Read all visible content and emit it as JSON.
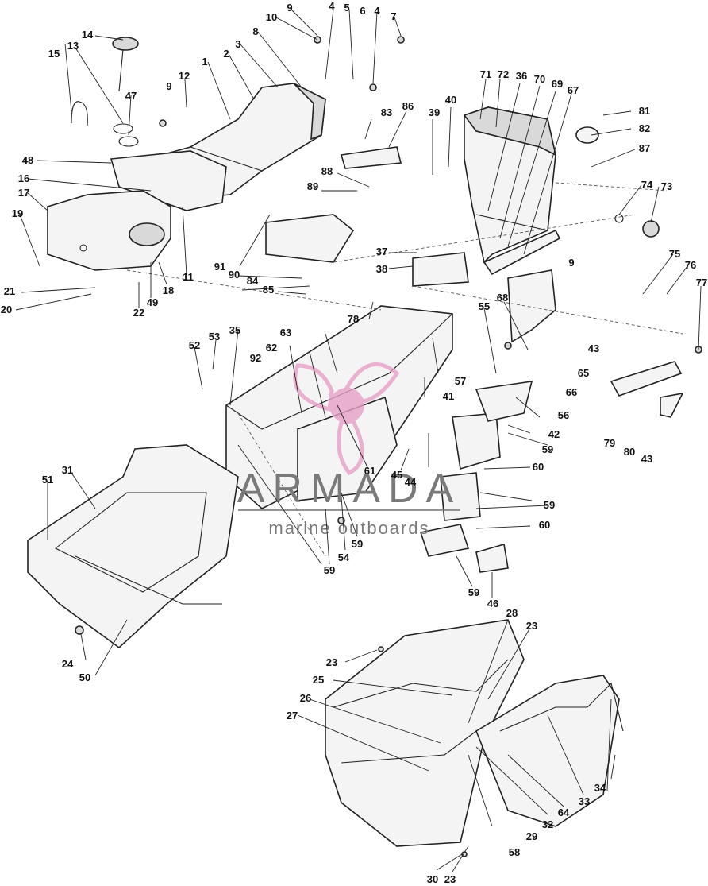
{
  "diagram": {
    "callouts": [
      "1",
      "2",
      "3",
      "4",
      "5",
      "6",
      "7",
      "8",
      "9",
      "10",
      "11",
      "12",
      "13",
      "14",
      "15",
      "16",
      "17",
      "18",
      "19",
      "20",
      "21",
      "22",
      "23",
      "24",
      "25",
      "26",
      "27",
      "28",
      "29",
      "30",
      "31",
      "32",
      "33",
      "34",
      "35",
      "36",
      "37",
      "38",
      "39",
      "40",
      "41",
      "42",
      "43",
      "44",
      "45",
      "46",
      "47",
      "48",
      "49",
      "50",
      "51",
      "52",
      "53",
      "54",
      "55",
      "56",
      "57",
      "58",
      "59",
      "60",
      "61",
      "62",
      "63",
      "64",
      "65",
      "66",
      "67",
      "68",
      "69",
      "70",
      "71",
      "72",
      "73",
      "74",
      "75",
      "76",
      "77",
      "78",
      "79",
      "80",
      "81",
      "82",
      "83",
      "84",
      "85",
      "86",
      "87",
      "88",
      "89",
      "90",
      "91",
      "92"
    ]
  },
  "watermark": {
    "line1": "ARMADA",
    "line2": "marine outboards",
    "logo_color": "#e8a0c8"
  }
}
